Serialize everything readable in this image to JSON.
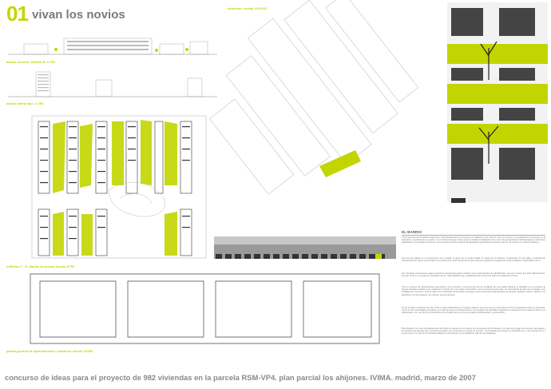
{
  "header": {
    "number": "01",
    "title": "vivan los novios"
  },
  "captions": {
    "alzado_norte": "alzado noreste: edificio B. 1:750",
    "alzado_lateral": "alzado lateral tipo. 1:750",
    "situacion": "situación: escala 1/10.000",
    "edificios": "edificios F - K. planta de acceso escala 1/750",
    "planta_general": "planta general de aparcamiento y trasteros escala 1/1000"
  },
  "barrio": {
    "heading": "EL BARRIO",
    "paragraphs": [
      "Como herencia de formalismo elitemente, de desbordamiento, de tensiones en diálogo con el contexto, que no se tiene en consideración lo impuesto por la imposición, sencillamente se ignora, no se teoriza del lugar. Tal es luego la ciudad no diseñada como una mera yuxtaposición indiferenciada de volúmenes edificatorios y de espacios comunes, sino que debe tenerse mediante la agregación significativa de lugares, esto es, de vacíos con carácter distintivo.",
      "Dos son las etapas en la construcción de la ciudad: el grano de la propia ciudad, la macla de los bloques, la alineación de las calles, la distribución ordenada de los vacíos y de los llenos, la retícula de la trama urbana en la que todos los espacios se integran de manera unitaria e indisociable entre sí.",
      "Por otra parte, precisamente aquí es donde la arquitectura puede contribuir como lugar decisivo de identificación, que es lo mismo que decir diferenciación. Así que, como en un juego de manivelas cruces, cada habitante que verdaderamente tome forma sobre la ciudad como forma.",
      "Tras un proceso de deconstrucción geométrica, con la tensión y la fuerza del arte de fundación de una ciudad racional, el resultado es un conjunto de bloques laterales paralelos que configuran un barrio con una imagen reconocible, como una fuerza a este lado. Se corresponde al lugar de su trazado, a las ciudades de su entorno, al de la calle como contenedor de personas y al paseo como estructura fundamental de los parques, jardines, plazas y definen y se identifican con sus espacios. El conjunto, que la manzana.",
      "Se ha tomado la decisión de crear ocho a estas edificaciones en bloques abiertos, de forma que se acomoden de forma longitudinal sobre su superficie. Como en las comunidades portuarias, en el hilo de esto la manzana asume una condición de identidad, integrando la vivienda con los espacios libres y los dotacionales, con uno de los contenedores de la ciudad como uno de sus lugares fundamentales y generadores.",
      "Para finalizar, con más acompañamiento del barrio se plantea con los patios en los espacios de los bloques y la calle como lugar de encuentro, las plazas y los espacios de estancia que convierten el interior de la manzana en el lugar de reunión, con fachadas que buscan la orientación sur, y que buscan la luz y el aire, que en el caso de la ciudad de Madrid se corresponde con la calidad de vida de sus habitantes."
    ]
  },
  "footer": {
    "text": "concurso de ideas para el proyecto de 982 viviendas en la parcela RSM-VP4. plan parcial los ahijones. IVIMA. madrid, marzo de 2007"
  },
  "colors": {
    "accent": "#c3d500",
    "grey": "#8a8a8a",
    "dark": "#333333"
  }
}
